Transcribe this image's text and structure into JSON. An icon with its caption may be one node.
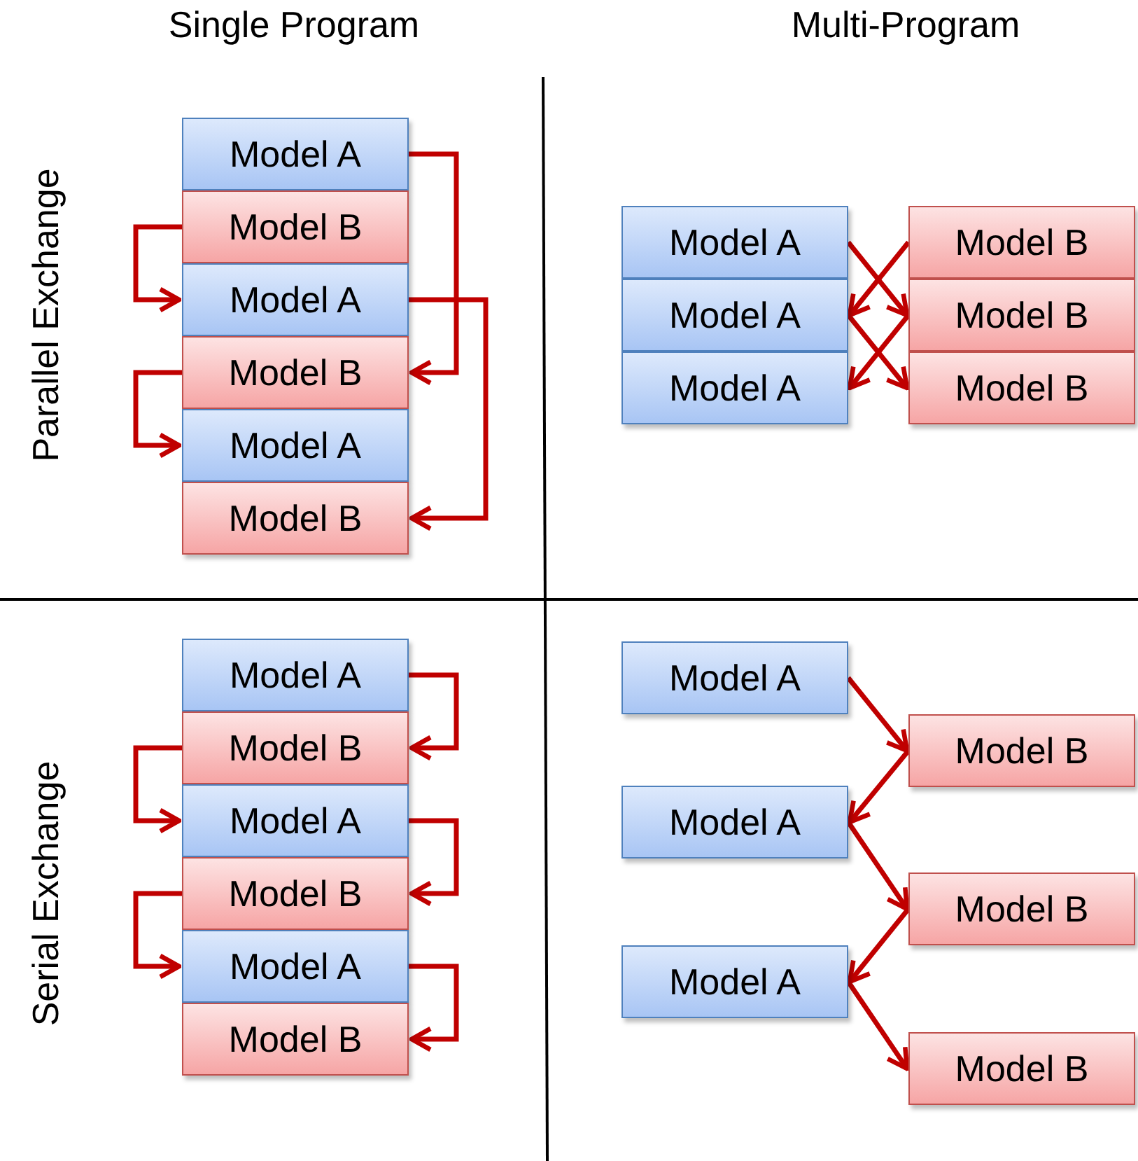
{
  "diagram": {
    "nodes": [
      {
        "text": [
          "Model A"
        ]
      },
      {
        "text": [
          "Model B"
        ]
      },
      {
        "text": [
          "Model A"
        ]
      },
      {
        "text": [
          "Model B"
        ]
      },
      {
        "text": [
          "Model A"
        ]
      },
      {
        "text": [
          "Model B"
        ]
      },
      {
        "text": [
          "Model A"
        ]
      },
      {
        "text": [
          "Model B"
        ]
      },
      {
        "text": [
          "Model A"
        ]
      },
      {
        "text": [
          "Model B"
        ]
      },
      {
        "text": [
          "Model A"
        ]
      },
      {
        "text": [
          "Model B"
        ]
      },
      {
        "text": [
          "Model A"
        ]
      },
      {
        "text": [
          "Model B"
        ]
      },
      {
        "text": [
          "Model A"
        ]
      },
      {
        "text": [
          "Model B"
        ]
      },
      {
        "text": [
          "Model A"
        ]
      },
      {
        "text": [
          "Model B"
        ]
      },
      {
        "text": [
          "Model A"
        ]
      },
      {
        "text": [
          "Model B"
        ]
      },
      {
        "text": [
          "Model A"
        ]
      },
      {
        "text": [
          "Model B"
        ]
      },
      {
        "text": [
          "Model A"
        ]
      },
      {
        "text": [
          "Model B"
        ]
      }
    ],
    "edges": [
      {
        "from": 0,
        "to": 3,
        "arrow": "to"
      },
      {
        "from": 1,
        "to": 2,
        "arrow": "to"
      },
      {
        "from": 2,
        "to": 5,
        "arrow": "to"
      },
      {
        "from": 3,
        "to": 4,
        "arrow": "to"
      },
      {
        "from": 6,
        "to": 9,
        "arrow": "to"
      },
      {
        "from": 7,
        "to": 8,
        "arrow": "to"
      },
      {
        "from": 8,
        "to": 11,
        "arrow": "to"
      },
      {
        "from": 9,
        "to": 10,
        "arrow": "to"
      },
      {
        "from": 12,
        "to": 13,
        "arrow": "to"
      },
      {
        "from": 13,
        "to": 14,
        "arrow": "to"
      },
      {
        "from": 14,
        "to": 15,
        "arrow": "to"
      },
      {
        "from": 15,
        "to": 16,
        "arrow": "to"
      },
      {
        "from": 16,
        "to": 17,
        "arrow": "to"
      },
      {
        "from": 18,
        "to": 19,
        "arrow": "to"
      },
      {
        "from": 19,
        "to": 20,
        "arrow": "to"
      },
      {
        "from": 20,
        "to": 21,
        "arrow": "to"
      },
      {
        "from": 21,
        "to": 22,
        "arrow": "to"
      },
      {
        "from": 22,
        "to": 23,
        "arrow": "to"
      }
    ],
    "labels": [
      "Single Program",
      "Multi-Program",
      "Parallel Exchange",
      "Serial Exchange"
    ]
  }
}
